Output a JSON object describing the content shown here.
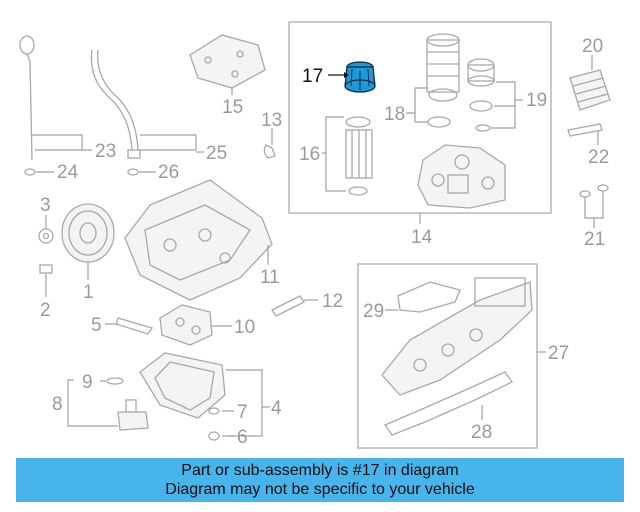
{
  "highlight": {
    "part": "17",
    "color": "#1d9ad6",
    "banner_color": "#47b5ec"
  },
  "callouts": [
    "1",
    "2",
    "3",
    "4",
    "5",
    "6",
    "7",
    "8",
    "9",
    "10",
    "11",
    "12",
    "13",
    "14",
    "15",
    "16",
    "17",
    "18",
    "19",
    "20",
    "21",
    "22",
    "23",
    "24",
    "25",
    "26",
    "27",
    "28",
    "29"
  ],
  "banner": {
    "line1": "Part or sub-assembly is #17 in diagram",
    "line2": "Diagram may not be specific to your vehicle"
  }
}
